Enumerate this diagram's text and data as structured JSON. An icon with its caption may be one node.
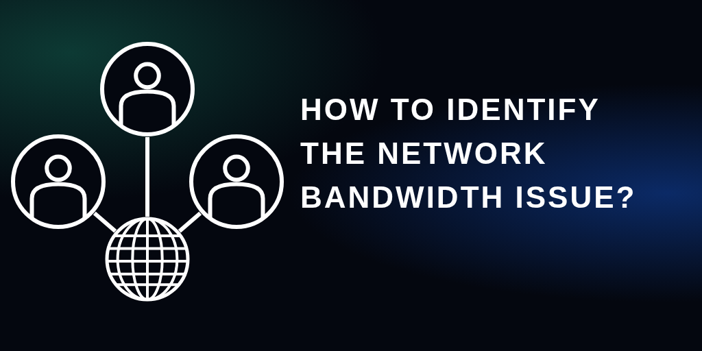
{
  "diagram": {
    "title": "HOW TO IDENTIFY THE NETWORK BANDWIDTH ISSUE?",
    "nodes": [
      {
        "text": [],
        "shape": "person"
      },
      {
        "text": [],
        "shape": "person"
      },
      {
        "text": [],
        "shape": "person"
      },
      {
        "text": [],
        "shape": "globe"
      }
    ],
    "edges": [
      {
        "from": 0,
        "to": 3,
        "arrow": "none"
      },
      {
        "from": 1,
        "to": 3,
        "arrow": "none"
      },
      {
        "from": 2,
        "to": 3,
        "arrow": "none"
      }
    ]
  }
}
